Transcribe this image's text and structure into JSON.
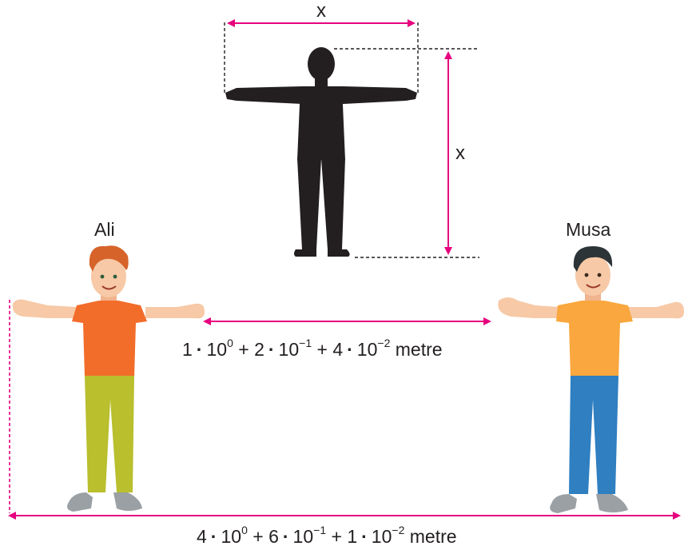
{
  "labels": {
    "width_var": "x",
    "height_var": "x",
    "left_person": "Ali",
    "right_person": "Musa"
  },
  "expressions": {
    "gap": [
      {
        "coef": "1",
        "base": "10",
        "exp": "0"
      },
      {
        "coef": "2",
        "base": "10",
        "exp": "−1"
      },
      {
        "coef": "4",
        "base": "10",
        "exp": "−2"
      }
    ],
    "gap_unit": "metre",
    "total": [
      {
        "coef": "4",
        "base": "10",
        "exp": "0"
      },
      {
        "coef": "6",
        "base": "10",
        "exp": "−1"
      },
      {
        "coef": "1",
        "base": "10",
        "exp": "−2"
      }
    ],
    "total_unit": "metre",
    "plus": "+",
    "dot": "·"
  },
  "colors": {
    "arrow": "#e6007e",
    "silhouette": "#231f20",
    "ali_shirt": "#f26c2a",
    "ali_pants": "#b9bf2d",
    "musa_shirt": "#f9a73e",
    "musa_pants": "#2f7fc1",
    "skin": "#f7c9a6",
    "ali_hair": "#d6632a",
    "musa_hair": "#2d3438"
  }
}
